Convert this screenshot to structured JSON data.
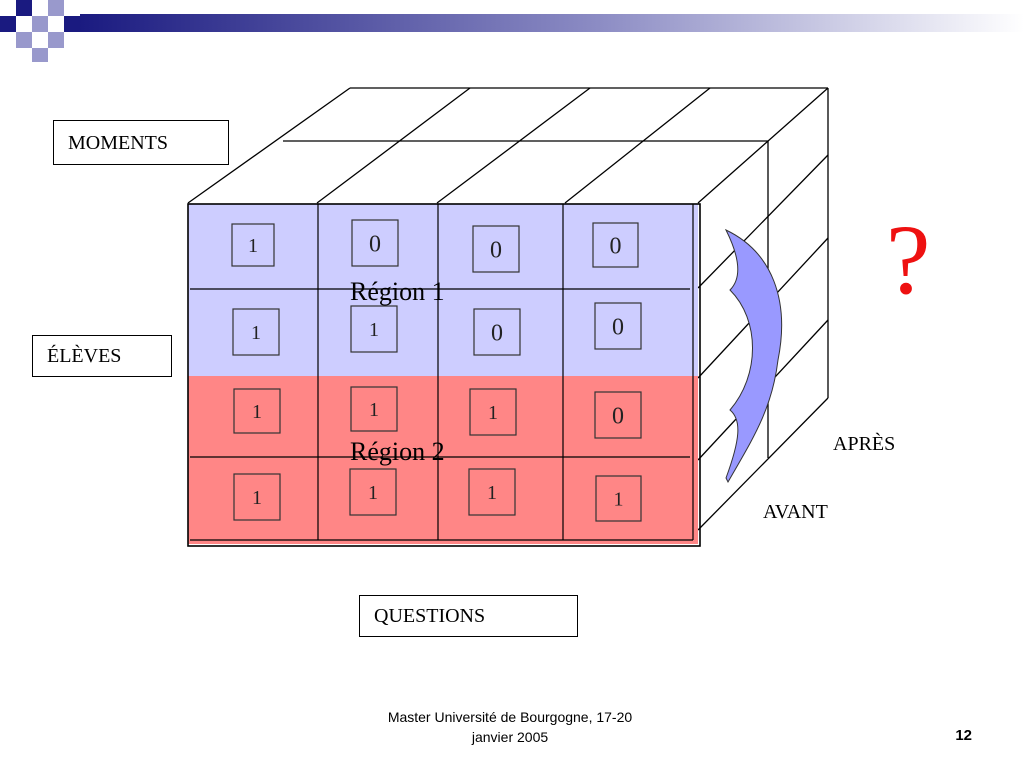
{
  "labels": {
    "moments": "MOMENTS",
    "eleves": "ÉLÈVES",
    "questions": "QUESTIONS",
    "apres": "APRÈS",
    "avant": "AVANT",
    "question_mark": "?"
  },
  "regions": {
    "region1": "Région 1",
    "region2": "Région 2"
  },
  "grid": [
    [
      "1",
      "0",
      "0",
      "0"
    ],
    [
      "1",
      "1",
      "0",
      "0"
    ],
    [
      "1",
      "1",
      "1",
      "0"
    ],
    [
      "1",
      "1",
      "1",
      "1"
    ]
  ],
  "footer": {
    "line1": "Master Université de Bourgogne, 17-20",
    "line2": "janvier 2005",
    "page": "12"
  },
  "colors": {
    "region1_fill": "#c8c8ff",
    "region2_fill": "#ff8080",
    "arrow_fill": "#9999ff",
    "question_mark": "#ee1111",
    "header_dark": "#1a1a80"
  }
}
